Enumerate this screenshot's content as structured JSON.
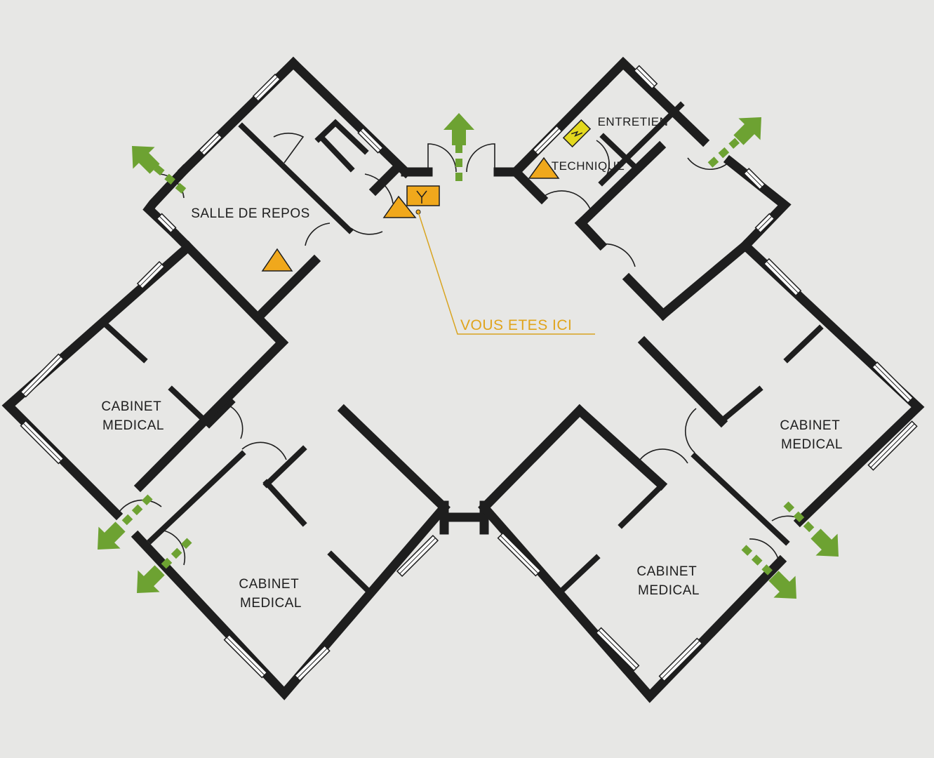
{
  "rooms": {
    "salle_de_repos": "SALLE DE REPOS",
    "entretien": "ENTRETIEN",
    "technique": "TECHNIQUE",
    "cabinet_1": [
      "CABINET",
      "MEDICAL"
    ],
    "cabinet_2": [
      "CABINET",
      "MEDICAL"
    ],
    "cabinet_3": [
      "CABINET",
      "MEDICAL"
    ],
    "cabinet_4": [
      "CABINET",
      "MEDICAL"
    ]
  },
  "you_are_here": "VOUS ETES ICI",
  "icons": {
    "exit": "emergency-exit-arrow-icon",
    "fire_extinguisher": "warning-triangle-icon",
    "electrical_panel": "electrical-panel-icon",
    "you_are_here_marker": "you-are-here-icon"
  },
  "colors": {
    "background": "#e7e7e5",
    "walls": "#1e1e1e",
    "exit_arrows": "#6da232",
    "markers": "#f0a81c",
    "electrical": "#e3d81e",
    "you_are_here_text": "#e0a41c"
  }
}
